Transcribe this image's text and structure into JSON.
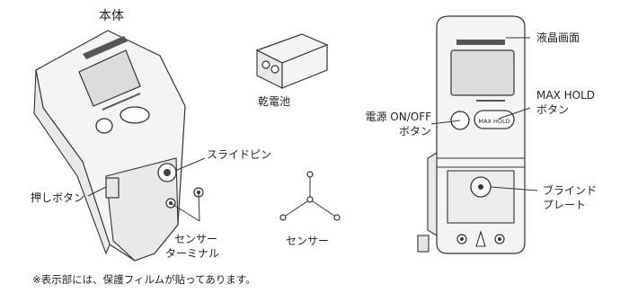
{
  "title": "本体",
  "labels": {
    "battery": "乾電池",
    "lcd": "液晶画面",
    "power_line1": "電源 ON/OFF",
    "power_line2": "ボタン",
    "maxhold_line1": "MAX HOLD",
    "maxhold_line2": "ボタン",
    "slide_pin": "スライドピン",
    "push_button": "押しボタン",
    "sensor_terminal_line1": "センサー",
    "sensor_terminal_line2": "ターミナル",
    "sensor": "センサー",
    "blind_line1": "ブラインド",
    "blind_line2": "プレート",
    "button_maxhold": "MAX HOLD"
  },
  "footnote": "※表示部には、保護フィルムが貼ってあります。"
}
